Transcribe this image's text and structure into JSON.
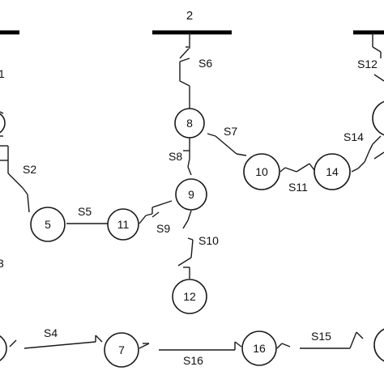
{
  "buses": [
    {
      "label": ""
    },
    {
      "label": "2"
    },
    {
      "label": ""
    }
  ],
  "nodes": [
    "8",
    "9",
    "5",
    "11",
    "10",
    "14",
    "12",
    "7",
    "16"
  ],
  "switches": [
    "S6",
    "S7",
    "S8",
    "S12",
    "S14",
    "S11",
    "S2",
    "S5",
    "S9",
    "S10",
    "S4",
    "S16",
    "S15"
  ],
  "edge_fragments": [
    "1",
    "3"
  ]
}
